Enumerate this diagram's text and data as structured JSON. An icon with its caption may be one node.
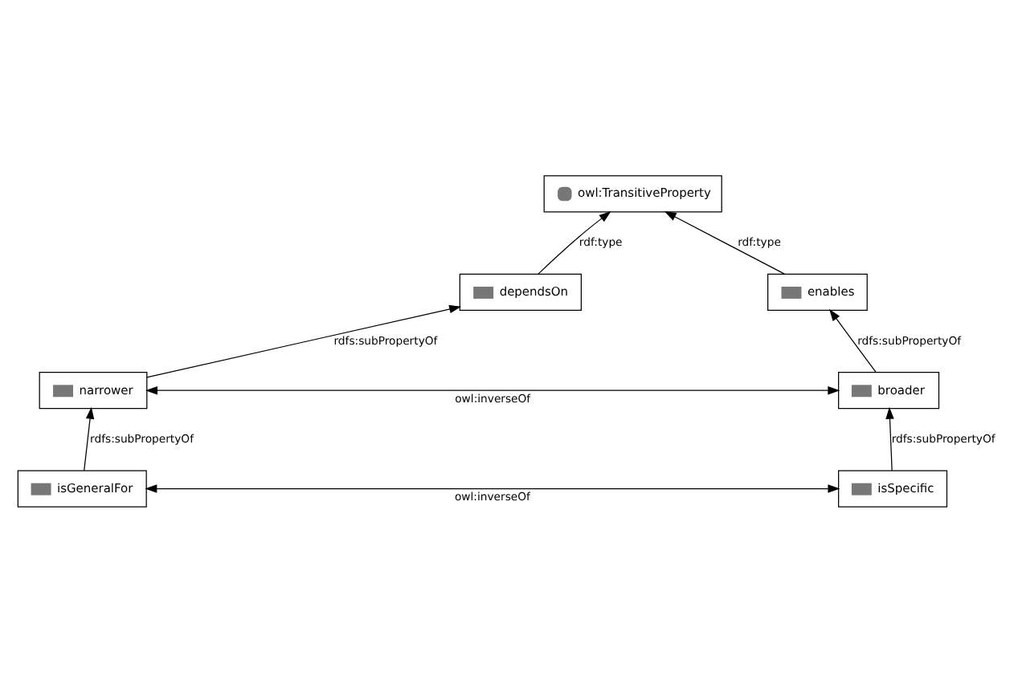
{
  "diagram": {
    "nodes": [
      {
        "text": [
          "owl:TransitiveProperty"
        ]
      },
      {
        "text": [
          "dependsOn"
        ]
      },
      {
        "text": [
          "enables"
        ]
      },
      {
        "text": [
          "narrower"
        ]
      },
      {
        "text": [
          "broader"
        ]
      },
      {
        "text": [
          "isGeneralFor"
        ]
      },
      {
        "text": [
          "isSpecific"
        ]
      }
    ],
    "edges": [
      {
        "from": 1,
        "to": 0,
        "arrow": "to",
        "label": "rdf:type"
      },
      {
        "from": 2,
        "to": 0,
        "arrow": "to",
        "label": "rdf:type"
      },
      {
        "from": 3,
        "to": 1,
        "arrow": "to",
        "label": "rdfs:subPropertyOf"
      },
      {
        "from": 4,
        "to": 2,
        "arrow": "to",
        "label": "rdfs:subPropertyOf"
      },
      {
        "from": 3,
        "to": 4,
        "arrow": "both",
        "label": "owl:inverseOf"
      },
      {
        "from": 5,
        "to": 3,
        "arrow": "to",
        "label": "rdfs:subPropertyOf"
      },
      {
        "from": 6,
        "to": 4,
        "arrow": "to",
        "label": "rdfs:subPropertyOf"
      },
      {
        "from": 5,
        "to": 6,
        "arrow": "both",
        "label": "owl:inverseOf"
      }
    ]
  }
}
